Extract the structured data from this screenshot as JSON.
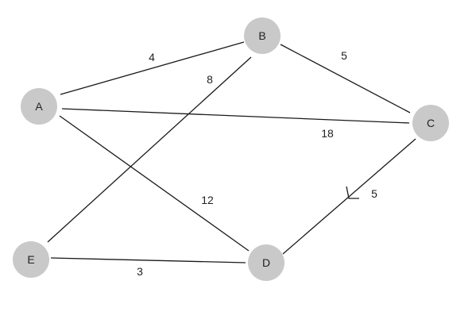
{
  "colors": {
    "node_fill": "#c9c9c9",
    "edge_stroke": "#1a1a1a",
    "text": "#222222"
  },
  "nodes": [
    {
      "id": "A",
      "label": "A"
    },
    {
      "id": "B",
      "label": "B"
    },
    {
      "id": "C",
      "label": "C"
    },
    {
      "id": "D",
      "label": "D"
    },
    {
      "id": "E",
      "label": "E"
    }
  ],
  "edges": [
    {
      "id": "AB",
      "from": "A",
      "to": "B",
      "weight": "4"
    },
    {
      "id": "BC",
      "from": "B",
      "to": "C",
      "weight": "5"
    },
    {
      "id": "AC",
      "from": "A",
      "to": "C",
      "weight": "18"
    },
    {
      "id": "AD",
      "from": "A",
      "to": "D",
      "weight": "12"
    },
    {
      "id": "BE",
      "from": "B",
      "to": "E",
      "weight": "8"
    },
    {
      "id": "CD",
      "from": "C",
      "to": "D",
      "weight": "5",
      "directed_marker": true
    },
    {
      "id": "ED",
      "from": "E",
      "to": "D",
      "weight": "3"
    }
  ]
}
